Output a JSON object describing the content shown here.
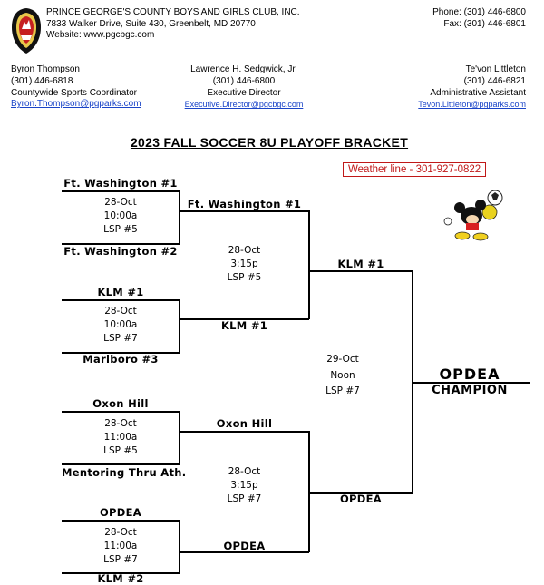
{
  "header": {
    "org_name": "PRINCE GEORGE'S COUNTY BOYS AND GIRLS CLUB, INC.",
    "address": "7833 Walker Drive, Suite 430, Greenbelt, MD  20770",
    "website": "Website: www.pgcbgc.com",
    "phone": "Phone:  (301) 446-6800",
    "fax": "Fax:  (301) 446-6801"
  },
  "contacts": [
    {
      "name": "Byron Thompson",
      "phone": "(301) 446-6818",
      "title": "Countywide Sports Coordinator",
      "email": "Byron.Thompson@pgparks.com"
    },
    {
      "name": "Lawrence H. Sedgwick, Jr.",
      "phone": "(301) 446-6800",
      "title": "Executive Director",
      "email": "Executive.Director@pgcbgc.com"
    },
    {
      "name": "Te'von Littleton",
      "phone": "(301) 446-6821",
      "title": "Administrative Assistant",
      "email": "Tevon.Littleton@pgparks.com"
    }
  ],
  "document_title": "2023 FALL SOCCER 8U PLAYOFF BRACKET",
  "weather_line": "Weather line - 301-927-0822",
  "bracket": {
    "round1": [
      {
        "top": "Ft. Washington #1",
        "bottom": "Ft. Washington #2",
        "date": "28-Oct",
        "time": "10:00a",
        "field": "LSP #5"
      },
      {
        "top": "KLM #1",
        "bottom": "Marlboro #3",
        "date": "28-Oct",
        "time": "10:00a",
        "field": "LSP #7"
      },
      {
        "top": "Oxon Hill",
        "bottom": "Mentoring Thru Ath.",
        "date": "28-Oct",
        "time": "11:00a",
        "field": "LSP #5"
      },
      {
        "top": "OPDEA",
        "bottom": "KLM #2",
        "date": "28-Oct",
        "time": "11:00a",
        "field": "LSP #7"
      }
    ],
    "round2": [
      {
        "top": "Ft. Washington #1",
        "bottom": "KLM #1",
        "date": "28-Oct",
        "time": "3:15p",
        "field": "LSP #5"
      },
      {
        "top": "Oxon Hill",
        "bottom": "OPDEA",
        "date": "28-Oct",
        "time": "3:15p",
        "field": "LSP #7"
      }
    ],
    "final": {
      "top": "KLM #1",
      "bottom": "OPDEA",
      "date": "29-Oct",
      "time": "Noon",
      "field": "LSP #7"
    },
    "champion": "OPDEA",
    "champion_label": "CHAMPION"
  }
}
